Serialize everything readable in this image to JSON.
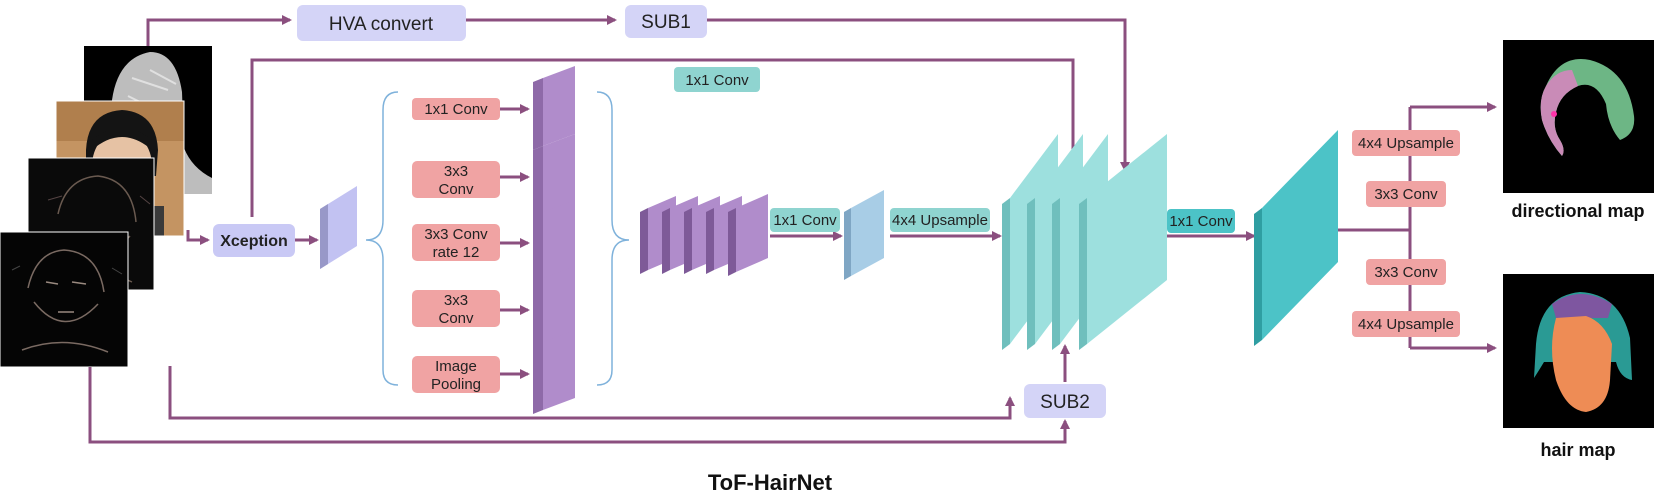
{
  "title": "ToF-HairNet",
  "nodes": {
    "hva_convert": "HVA convert",
    "sub1": "SUB1",
    "sub2": "SUB2",
    "xception": "Xception",
    "conv1x1_top": "1x1 Conv",
    "aspp_1x1": "1x1 Conv",
    "aspp_3x3a": [
      "3x3",
      "Conv"
    ],
    "aspp_3x3_rate": [
      "3x3 Conv",
      "rate 12"
    ],
    "aspp_3x3b": [
      "3x3",
      "Conv"
    ],
    "aspp_pool": [
      "Image",
      "Pooling"
    ],
    "conv1x1_mid": "1x1 Conv",
    "upsample_mid": "4x4 Upsample",
    "conv1x1_right": "1x1 Conv",
    "dir_upsample": "4x4 Upsample",
    "dir_conv": "3x3 Conv",
    "hair_conv": "3x3 Conv",
    "hair_upsample": "4x4 Upsample"
  },
  "outputs": {
    "directional": "directional map",
    "hair": "hair map"
  },
  "colors": {
    "arrow": "#8B4F7F",
    "lavender_box": "#D4D4F7",
    "salmon_box": "#F0A3A3",
    "teal_box": "#8FD4D0",
    "purple_block": "#B08CCB",
    "blue_block": "#A8CDE6",
    "aqua_block": "#9DE0DE",
    "cyan_block": "#4CC3C7"
  }
}
